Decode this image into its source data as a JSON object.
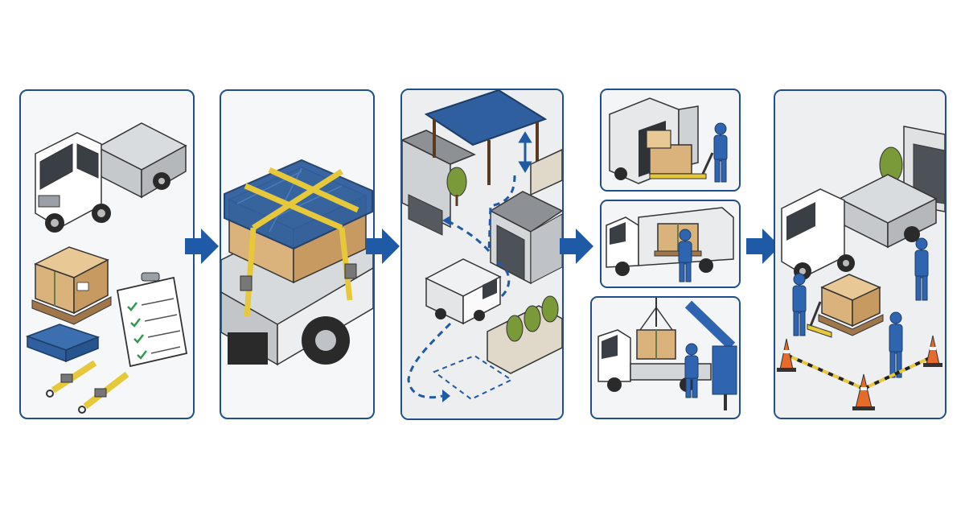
{
  "diagram": {
    "steps": [
      {
        "id": 1,
        "elements": [
          "flatbed-truck",
          "cargo-box-on-pallet",
          "checklist-clipboard",
          "folded-tarp",
          "ratchet-straps"
        ]
      },
      {
        "id": 2,
        "elements": [
          "tarp-covered-cargo",
          "yellow-straps",
          "truck-bed"
        ]
      },
      {
        "id": 3,
        "elements": [
          "canopy",
          "height-arrow",
          "building-entrance",
          "box-truck",
          "dashed-route",
          "parking-zone",
          "planter"
        ]
      },
      {
        "id": 4,
        "substeps": [
          {
            "id": "a",
            "elements": [
              "box-truck-rear",
              "pallet-jack",
              "worker"
            ]
          },
          {
            "id": "b",
            "elements": [
              "box-truck-side",
              "cargo-box",
              "worker"
            ]
          },
          {
            "id": "c",
            "elements": [
              "crane-truck",
              "hoisted-box",
              "worker"
            ]
          }
        ]
      },
      {
        "id": 5,
        "elements": [
          "flatbed-truck",
          "warehouse-door",
          "pallet-jack",
          "workers",
          "traffic-cones",
          "barrier-chain"
        ]
      }
    ],
    "colors": {
      "frame": "#1f4e8c",
      "arrow": "#1f5aa6",
      "cargo": "#d9b27c",
      "tarp": "#2f5f9e",
      "strap": "#e6c83a",
      "worker": "#2e64b0",
      "cone": "#e66a2a"
    }
  }
}
